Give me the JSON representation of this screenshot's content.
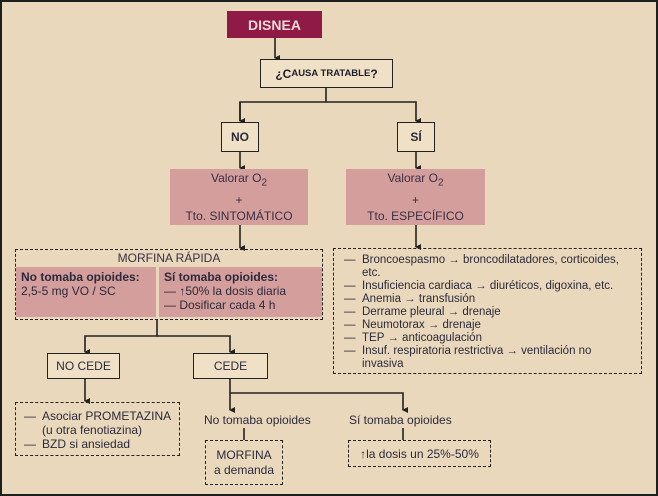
{
  "diagram": {
    "type": "flowchart",
    "start": {
      "label": "DISNEA",
      "color": "#8e1a45"
    },
    "question": {
      "prefix": "¿C",
      "smallcaps": "AUSA TRATABLE",
      "suffix": "?"
    },
    "branches": {
      "no": {
        "label": "NO",
        "treatment": {
          "line1": "Valorar O",
          "line1_sub": "2",
          "plus": "+",
          "line3": "Tto. SINTOMÁTICO"
        },
        "morfina": {
          "title": "MORFINA RÁPIDA",
          "no_opioids": {
            "heading": "No tomaba opioides:",
            "dose": "2,5-5 mg VO / SC"
          },
          "si_opioids": {
            "heading": "Sí tomaba opioides:",
            "items": [
              "— ↑50% la dosis diaria",
              "— Dosificar cada 4 h"
            ]
          }
        },
        "outcomes": {
          "no_cede": {
            "label": "NO CEDE",
            "actions": [
              {
                "mark": "—",
                "text": "Asociar PROMETAZINA (u otra fenotiazina)"
              },
              {
                "mark": "—",
                "text": "BZD si ansiedad"
              }
            ]
          },
          "cede": {
            "label": "CEDE",
            "no_tomaba": {
              "label": "No tomaba opioides",
              "action_line1": "MORFINA",
              "action_line2": "a demanda"
            },
            "si_tomaba": {
              "label": "Sí tomaba opioides",
              "action": "↑la dosis un 25%-50%"
            }
          }
        }
      },
      "si": {
        "label": "SÍ",
        "treatment": {
          "line1": "Valorar O",
          "line1_sub": "2",
          "plus": "+",
          "line3": "Tto. ESPECÍFICO"
        },
        "causes": [
          {
            "mark": "—",
            "text": "Broncoespasmo → broncodilatadores, corticoides, etc."
          },
          {
            "mark": "—",
            "text": "Insuficiencia cardiaca → diuréticos, digoxina, etc."
          },
          {
            "mark": "—",
            "text": "Anemia → transfusión"
          },
          {
            "mark": "—",
            "text": "Derrame pleural → drenaje"
          },
          {
            "mark": "—",
            "text": "Neumotorax → drenaje"
          },
          {
            "mark": "—",
            "text": "TEP → anticoagulación"
          },
          {
            "mark": "—",
            "text": "Insuf. respiratoria restrictiva → ventilación no invasiva"
          }
        ]
      }
    },
    "colors": {
      "background": "#e9d8bc",
      "pink_box": "#d49e9c",
      "header": "#8e1a45"
    }
  }
}
